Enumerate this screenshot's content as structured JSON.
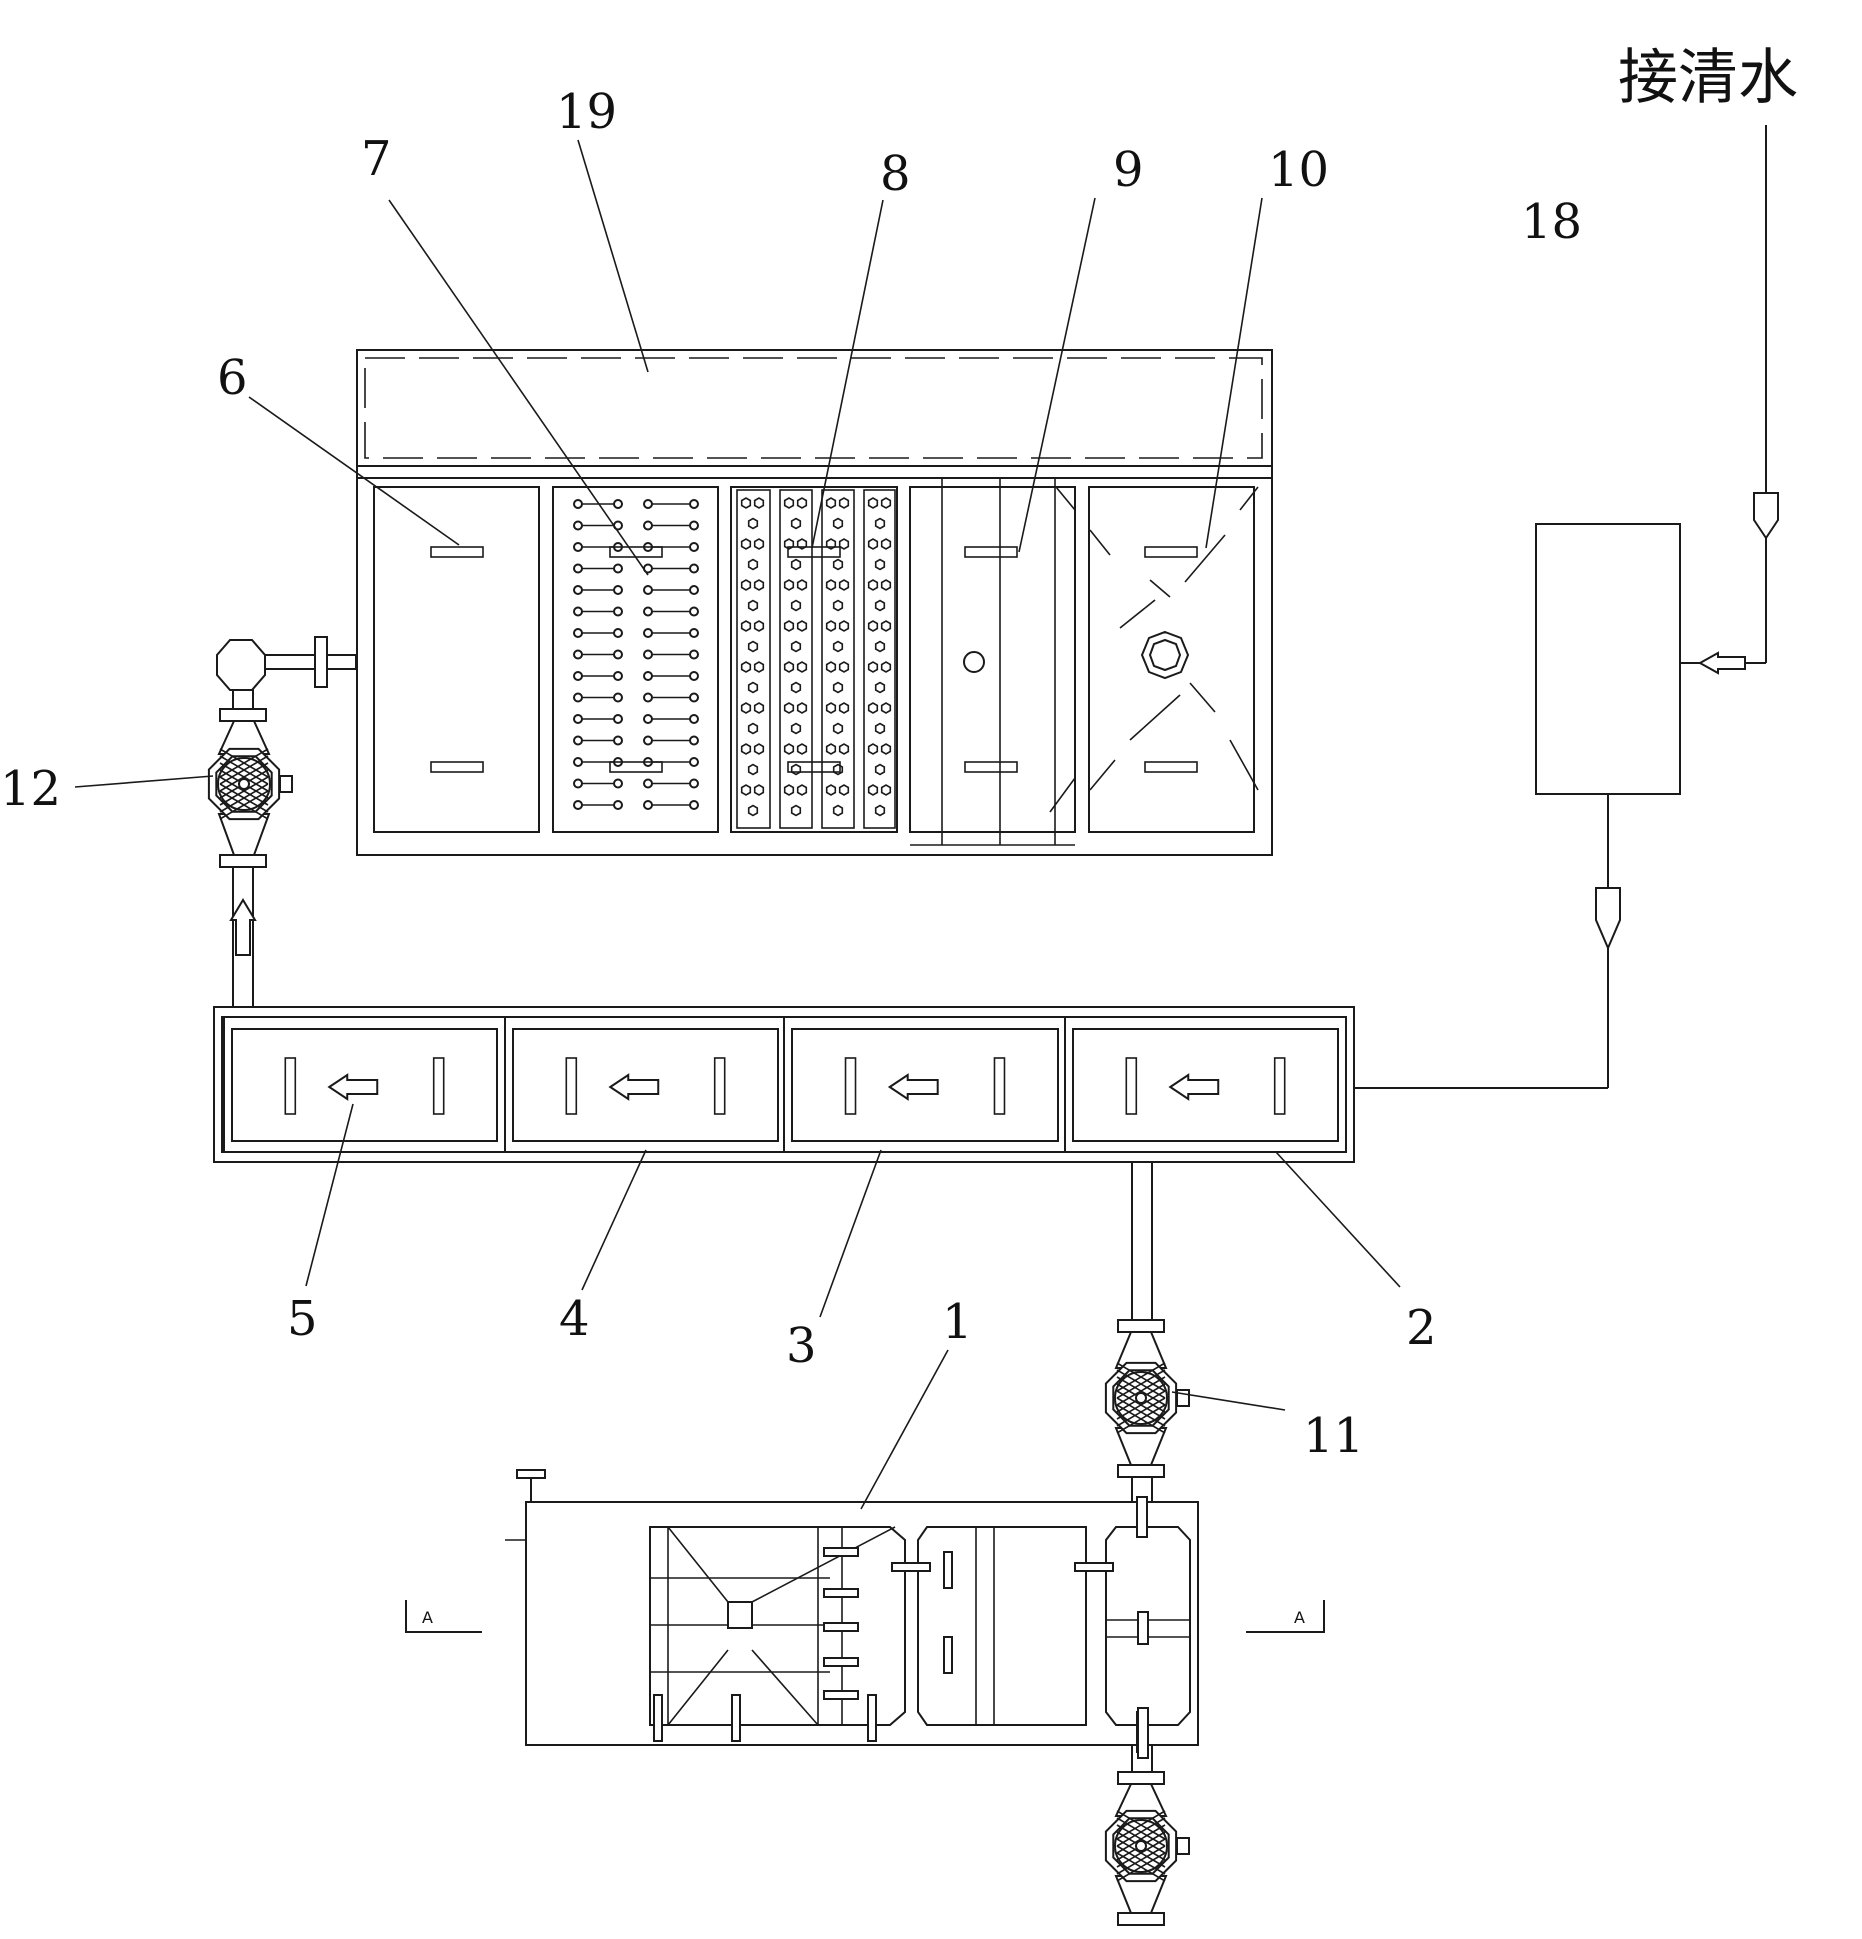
{
  "labels": {
    "n1": "1",
    "n2": "2",
    "n3": "3",
    "n4": "4",
    "n5": "5",
    "n6": "6",
    "n7": "7",
    "n8": "8",
    "n9": "9",
    "n10": "10",
    "n11": "11",
    "n12": "12",
    "n18": "18",
    "n19": "19",
    "clean_water": "接清水",
    "section_left": "A",
    "section_right": "A"
  },
  "colors": {
    "line": "#1a1a1a",
    "background": "#ffffff"
  }
}
